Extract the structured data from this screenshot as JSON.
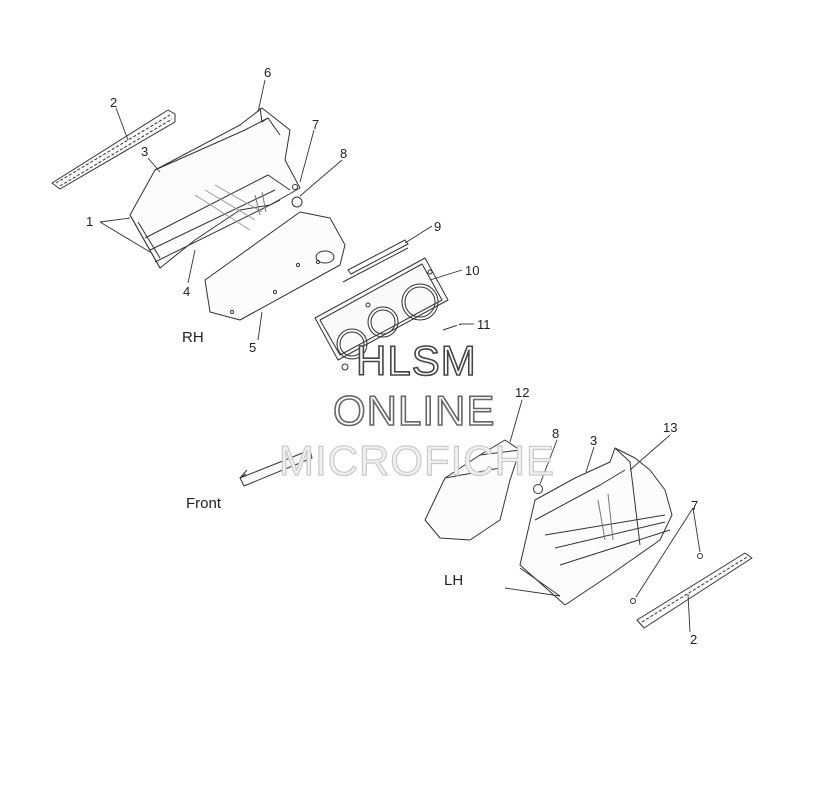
{
  "callouts": {
    "c1_top": "1",
    "c2_top": "2",
    "c3_top": "3",
    "c4": "4",
    "c5": "5",
    "c6": "6",
    "c7_top": "7",
    "c8_top": "8",
    "c9": "9",
    "c10": "10",
    "c11": "11",
    "c12": "12",
    "c8_bot": "8",
    "c3_bot": "3",
    "c13": "13",
    "c7_bot": "7",
    "c2_bot": "2"
  },
  "labels": {
    "rh": "RH",
    "lh": "LH",
    "front": "Front"
  },
  "watermark": {
    "line1": "HLSM",
    "line2": "ONLINE",
    "line3": "MICROFICHE"
  }
}
